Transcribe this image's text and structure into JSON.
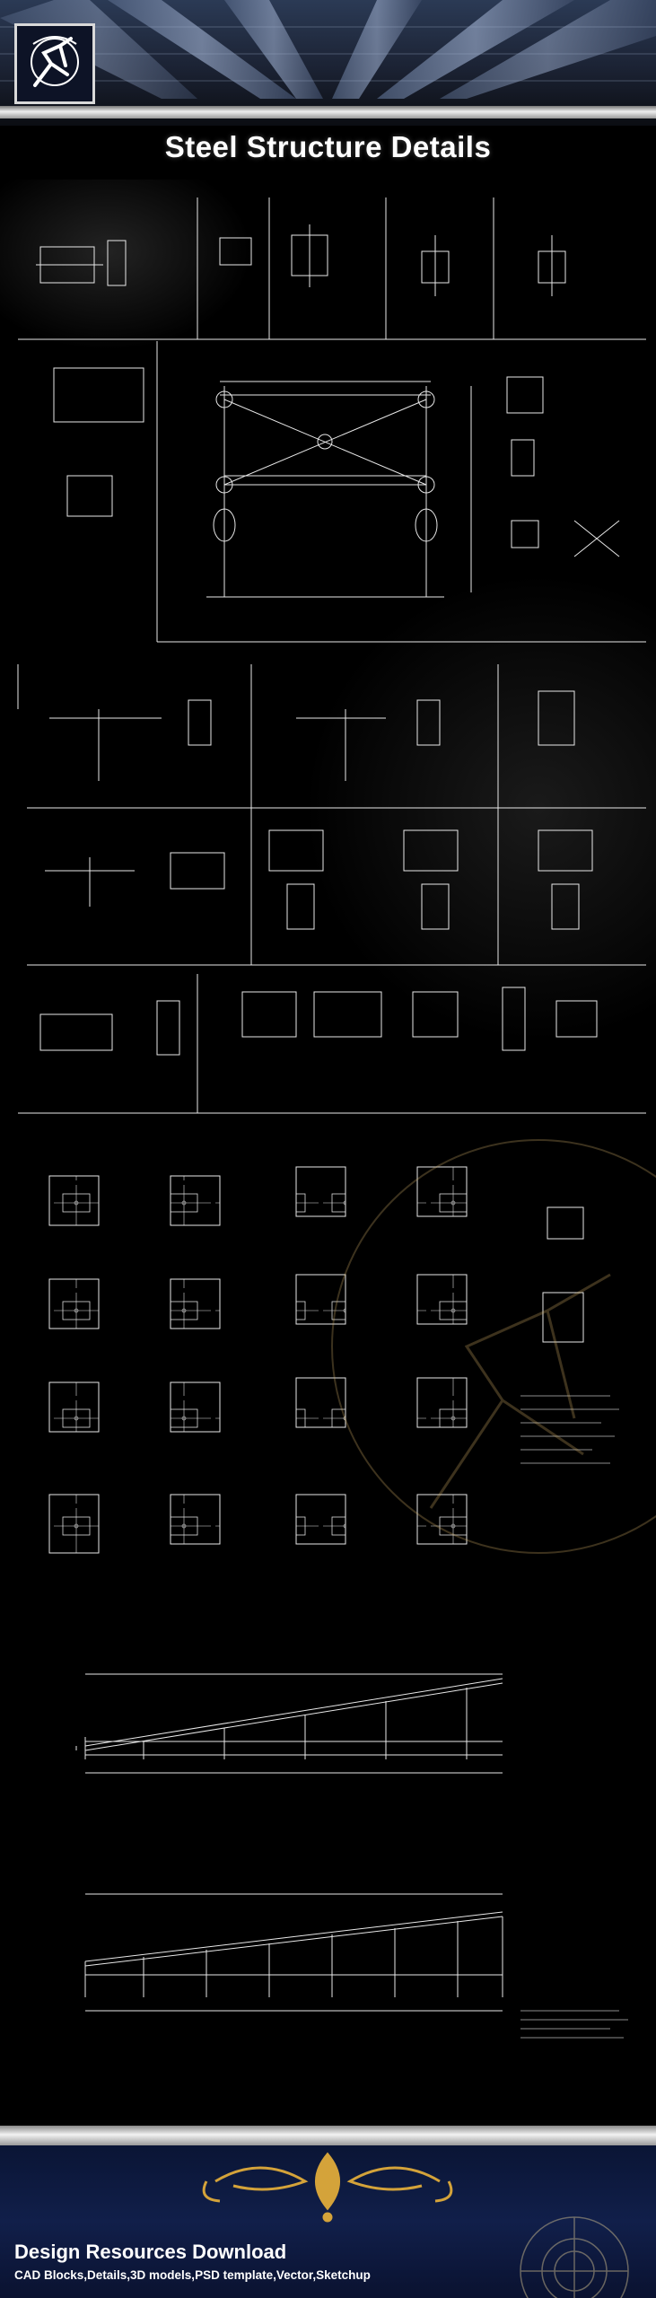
{
  "title": "Steel Structure Details",
  "footer": {
    "title": "Design Resources Download",
    "subtitle": "CAD Blocks,Details,3D models,PSD template,Vector,Sketchup"
  },
  "icons": {
    "logo": "archer-logo-icon",
    "ornament": "gold-ornament-icon",
    "watermark": "archer-watermark-icon"
  },
  "colors": {
    "cad_lines": "#e8e8e8",
    "background": "#000000",
    "footer_blue": "#111f4a",
    "gold": "#d4a33a"
  }
}
